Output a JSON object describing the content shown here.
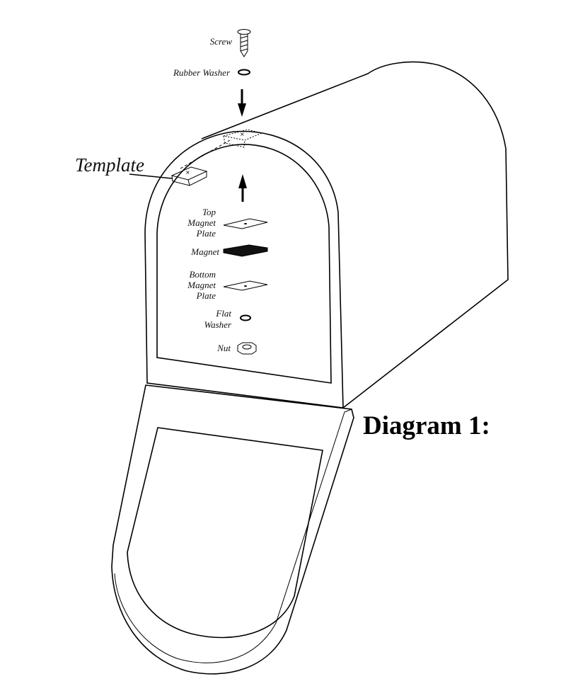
{
  "diagram": {
    "title": "Diagram 1:",
    "labels": {
      "screw": "Screw",
      "rubber_washer": "Rubber Washer",
      "template": "Template",
      "top_magnet_plate": [
        "Top",
        "Magnet",
        "Plate"
      ],
      "magnet": "Magnet",
      "bottom_magnet_plate": [
        "Bottom",
        "Magnet",
        "Plate"
      ],
      "flat_washer": [
        "Flat",
        "Washer"
      ],
      "nut": "Nut"
    }
  }
}
